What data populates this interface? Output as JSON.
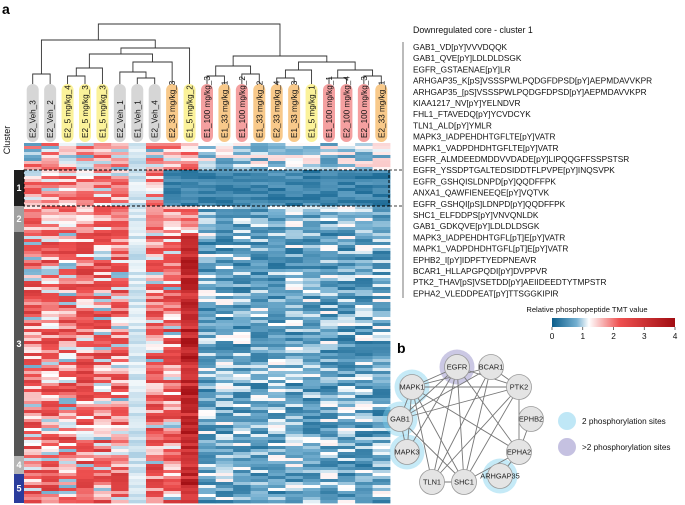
{
  "panels": {
    "a": "a",
    "b": "b"
  },
  "cluster_axis_label": "Cluster",
  "clusters": [
    "1",
    "2",
    "3",
    "4",
    "5"
  ],
  "cluster_colors": [
    "#1f1f1f",
    "#a0a0a0",
    "#555555",
    "#b5b5b5",
    "#2a3c9c"
  ],
  "sample_group_colors": {
    "Veh": "#d6d6d6",
    "5 mg/kg": "#fbf29a",
    "33 mg/kg": "#f8c98a",
    "100 mg/kg": "#f4a0a0"
  },
  "samples": [
    {
      "label": "E2_Veh_3",
      "group": "Veh"
    },
    {
      "label": "E2_Veh_2",
      "group": "Veh"
    },
    {
      "label": "E2_5 mg/kg_4",
      "group": "5 mg/kg"
    },
    {
      "label": "E2_5 mg/kg_3",
      "group": "5 mg/kg"
    },
    {
      "label": "E1_5 mg/kg_3",
      "group": "5 mg/kg"
    },
    {
      "label": "E2_Veh_1",
      "group": "Veh"
    },
    {
      "label": "E1_Veh_1",
      "group": "Veh"
    },
    {
      "label": "E2_Veh_4",
      "group": "Veh"
    },
    {
      "label": "E2_33 mg/kg_3",
      "group": "33 mg/kg"
    },
    {
      "label": "E1_5 mg/kg_2",
      "group": "5 mg/kg"
    },
    {
      "label": "E1_100 mg/kg_3",
      "group": "100 mg/kg"
    },
    {
      "label": "E1_33 mg/kg_1",
      "group": "33 mg/kg"
    },
    {
      "label": "E1_100 mg/kg_2",
      "group": "100 mg/kg"
    },
    {
      "label": "E1_33 mg/kg_2",
      "group": "33 mg/kg"
    },
    {
      "label": "E2_33 mg/kg_4",
      "group": "33 mg/kg"
    },
    {
      "label": "E1_33 mg/kg_3",
      "group": "33 mg/kg"
    },
    {
      "label": "E1_5 mg/kg_1",
      "group": "5 mg/kg"
    },
    {
      "label": "E1_100 mg/kg_1",
      "group": "100 mg/kg"
    },
    {
      "label": "E2_100 mg/kg_4",
      "group": "100 mg/kg"
    },
    {
      "label": "E2_100 mg/kg_3",
      "group": "100 mg/kg"
    },
    {
      "label": "E2_33 mg/kg_1",
      "group": "33 mg/kg"
    }
  ],
  "core_title": "Downregulated core - cluster 1",
  "peptides": [
    "GAB1_VD[pY]VVVDQQK",
    "GAB1_QVE[pY]LDLDLDSGK",
    "EGFR_GSTAENAE[pY]LR",
    "ARHGAP35_K[pS]VSSSPWLPQDGFDPSD[pY]AEPMDAVVKPR",
    "ARHGAP35_[pS]VSSSPWLPQDGFDPSD[pY]AEPMDAVVKPR",
    "KIAA1217_NV[pY]YELNDVR",
    "FHL1_FTAVEDQ[pY]YCVDCYK",
    "TLN1_ALD[pY]YMLR",
    "MAPK3_IADPEHDHTGFLTE[pY]VATR",
    "MAPK1_VADPDHDHTGFLTE[pY]VATR",
    "EGFR_ALMDEEDMDDVVDADE[pY]LIPQQGFFSSPSTSR",
    "EGFR_YSSDPTGALTEDSIDDTFLPVPE[pY]INQSVPK",
    "EGFR_GSHQISLDNPD[pY]QQDFFPK",
    "ANXA1_QAWFIENEEQE[pY]VQTVK",
    "EGFR_GSHQI[pS]LDNPD[pY]QQDFFPK",
    "SHC1_ELFDDPS[pY]VNVQNLDK",
    "GAB1_GDKQVE[pY]LDLDLDSGK",
    "MAPK3_IADPEHDHTGFL[pT]E[pY]VATR",
    "MAPK1_VADPDHDHTGFL[pT]E[pY]VATR",
    "EPHB2_I[pY]IDPFTYEDPNEAVR",
    "BCAR1_HLLAPGPQDI[pY]DVPPVR",
    "PTK2_THAV[pS]VSETDD[pY]AEIIDEEDTYTMPSTR",
    "EPHA2_VLEDDPEAT[pY]TTSGGKIPIR"
  ],
  "colorbar": {
    "title": "Relative phosphopeptide TMT value",
    "ticks": [
      "0",
      "1",
      "2",
      "3",
      "4"
    ],
    "range": [
      0,
      4
    ],
    "colors": [
      "#0b5d8a",
      "#74afd0",
      "#ffffff",
      "#ee5050",
      "#a10d12"
    ]
  },
  "network": {
    "nodes": [
      {
        "id": "EGFR",
        "site": "many"
      },
      {
        "id": "BCAR1",
        "site": "none"
      },
      {
        "id": "PTK2",
        "site": "none"
      },
      {
        "id": "EPHB2",
        "site": "none"
      },
      {
        "id": "EPHA2",
        "site": "none"
      },
      {
        "id": "ARHGAP35",
        "site": "two"
      },
      {
        "id": "SHC1",
        "site": "none"
      },
      {
        "id": "TLN1",
        "site": "none"
      },
      {
        "id": "MAPK3",
        "site": "two"
      },
      {
        "id": "GAB1",
        "site": "two"
      },
      {
        "id": "MAPK1",
        "site": "two"
      }
    ],
    "edges": [
      [
        "EGFR",
        "MAPK1"
      ],
      [
        "EGFR",
        "GAB1"
      ],
      [
        "EGFR",
        "SHC1"
      ],
      [
        "EGFR",
        "PTK2"
      ],
      [
        "EGFR",
        "EPHA2"
      ],
      [
        "EGFR",
        "TLN1"
      ],
      [
        "EGFR",
        "MAPK3"
      ],
      [
        "BCAR1",
        "PTK2"
      ],
      [
        "BCAR1",
        "TLN1"
      ],
      [
        "BCAR1",
        "SHC1"
      ],
      [
        "BCAR1",
        "GAB1"
      ],
      [
        "BCAR1",
        "MAPK1"
      ],
      [
        "PTK2",
        "TLN1"
      ],
      [
        "PTK2",
        "SHC1"
      ],
      [
        "PTK2",
        "EPHA2"
      ],
      [
        "PTK2",
        "GAB1"
      ],
      [
        "PTK2",
        "MAPK1"
      ],
      [
        "EPHB2",
        "EPHA2"
      ],
      [
        "EPHA2",
        "ARHGAP35"
      ],
      [
        "EPHA2",
        "SHC1"
      ],
      [
        "EPHA2",
        "MAPK1"
      ],
      [
        "SHC1",
        "GAB1"
      ],
      [
        "SHC1",
        "MAPK1"
      ],
      [
        "SHC1",
        "TLN1"
      ],
      [
        "TLN1",
        "MAPK1"
      ],
      [
        "MAPK3",
        "GAB1"
      ],
      [
        "MAPK3",
        "MAPK1"
      ],
      [
        "GAB1",
        "MAPK1"
      ]
    ]
  },
  "legend": {
    "two": "2 phosphorylation sites",
    "many": ">2 phosphorylation sites",
    "two_color": "#7fd0ee",
    "many_color": "#8b84c4"
  }
}
